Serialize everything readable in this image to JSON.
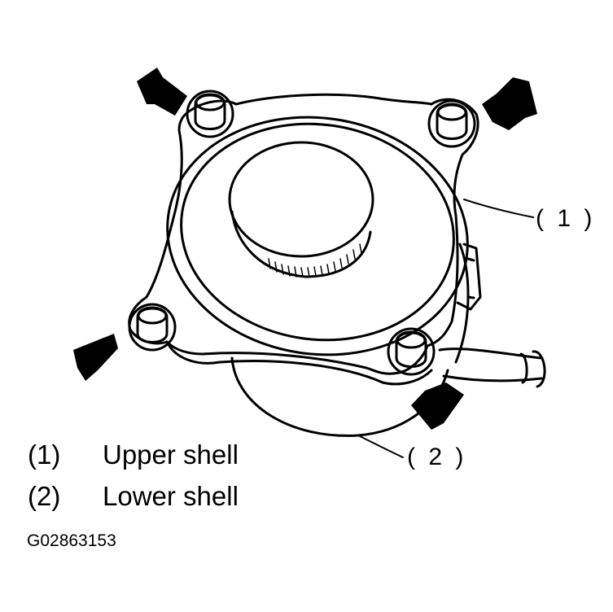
{
  "callouts": {
    "upper": "( 1 )",
    "lower": "( 2 )"
  },
  "legend": [
    {
      "number": "(1)",
      "label": "Upper shell"
    },
    {
      "number": "(2)",
      "label": "Lower shell"
    }
  ],
  "figure_id": "G02863153"
}
